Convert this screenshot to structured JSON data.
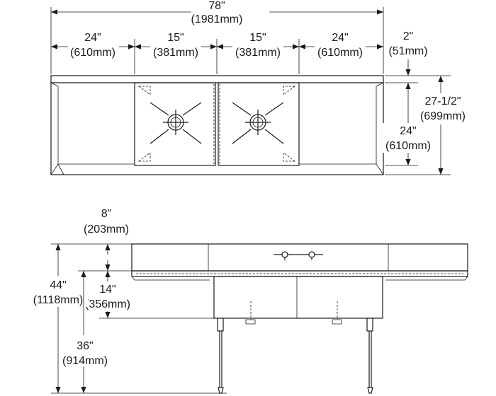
{
  "top_view": {
    "overall_width": {
      "inches": "78\"",
      "mm": "(1981mm)"
    },
    "left_drainboard": {
      "inches": "24\"",
      "mm": "(610mm)"
    },
    "bowl_1": {
      "inches": "15\"",
      "mm": "(381mm)"
    },
    "bowl_2": {
      "inches": "15\"",
      "mm": "(381mm)"
    },
    "right_drainboard": {
      "inches": "24\"",
      "mm": "(610mm)"
    },
    "backsplash_depth": {
      "inches": "2\"",
      "mm": "(51mm)"
    },
    "overall_depth": {
      "inches": "27-1/2\"",
      "mm": "(699mm)"
    },
    "bowl_depth": {
      "inches": "24\"",
      "mm": "(610mm)"
    }
  },
  "front_view": {
    "backsplash_height": {
      "inches": "8\"",
      "mm": "(203mm)"
    },
    "overall_height": {
      "inches": "44\"",
      "mm": "(1118mm)"
    },
    "bowl_height": {
      "inches": "14\"",
      "mm": "(356mm)"
    },
    "working_height": {
      "inches": "36\"",
      "mm": "(914mm)"
    }
  }
}
